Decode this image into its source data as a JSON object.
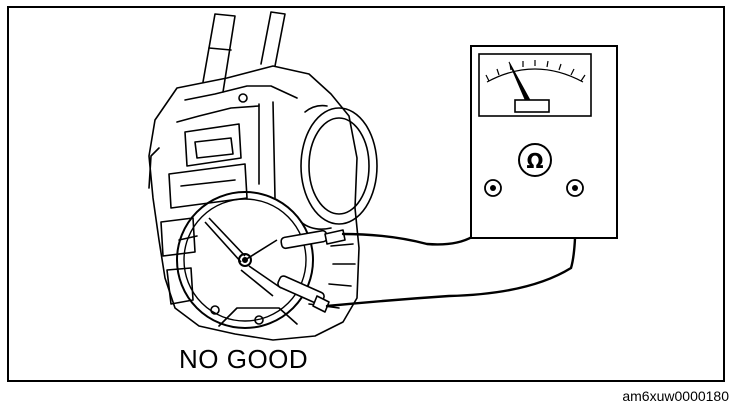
{
  "figure": {
    "result_label": "NO GOOD",
    "figure_code": "am6xuw0000180",
    "meter_symbol": "Ω",
    "icons": {
      "component": "alternator-illustration",
      "meter": "ohmmeter-icon",
      "probe": "test-probe-icon"
    },
    "line_color": "#000000",
    "background_color": "#ffffff"
  }
}
